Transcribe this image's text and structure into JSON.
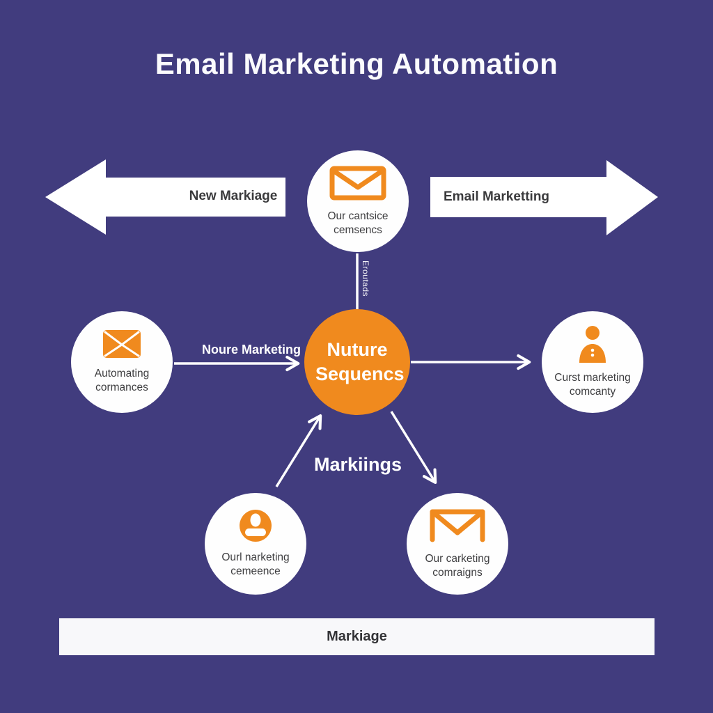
{
  "title": "Email Marketing Automation",
  "colors": {
    "background": "#413C7E",
    "accent_orange": "#F08A1E",
    "arrow_white": "#FFFFFF",
    "dark_text": "#3A3A3C"
  },
  "arrows": {
    "left_label": "New Markiage",
    "right_label": "Email Marketting",
    "center_left_label": "Noure Marketing",
    "vertical_label": "Eroutads"
  },
  "nodes": {
    "top": {
      "label": "Our cantsice cemsencs",
      "icon": "envelope-outline-icon"
    },
    "left": {
      "label": "Automating cormances",
      "icon": "envelope-filled-icon"
    },
    "center": {
      "label": "Nuture Sequencs"
    },
    "right": {
      "label": "Curst marketing comcanty",
      "icon": "person-icon"
    },
    "bottom_left": {
      "label": "Ourl narketing cemeence",
      "icon": "person-badge-icon"
    },
    "bottom_right": {
      "label": "Our carketing comraigns",
      "icon": "envelope-open-icon"
    }
  },
  "floating_label": "Markiings",
  "footer_label": "Markiage"
}
